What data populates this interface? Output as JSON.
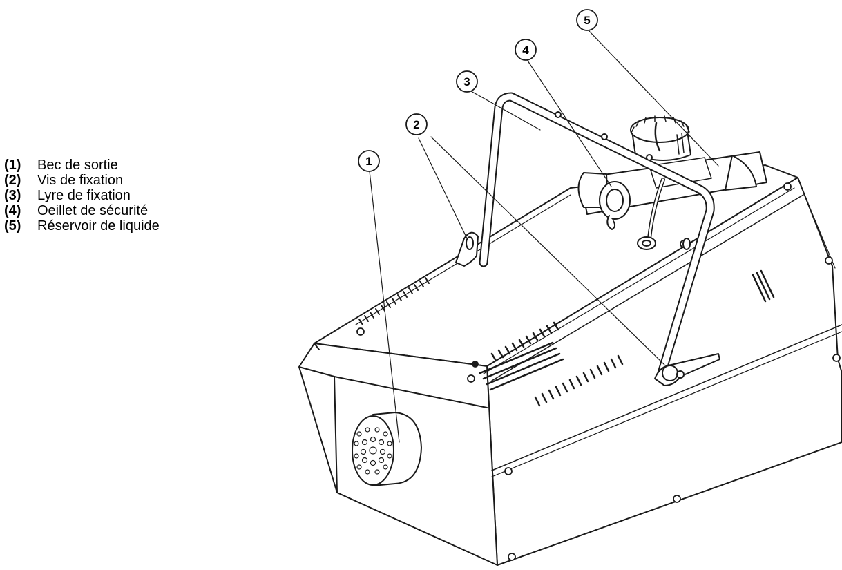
{
  "legend": [
    {
      "num": "(1)",
      "label": "Bec de sortie"
    },
    {
      "num": "(2)",
      "label": "Vis de fixation"
    },
    {
      "num": "(3)",
      "label": "Lyre de fixation"
    },
    {
      "num": "(4)",
      "label": "Oeillet de sécurité"
    },
    {
      "num": "(5)",
      "label": "Réservoir de liquide"
    }
  ],
  "callouts": [
    "1",
    "2",
    "3",
    "4",
    "5"
  ]
}
